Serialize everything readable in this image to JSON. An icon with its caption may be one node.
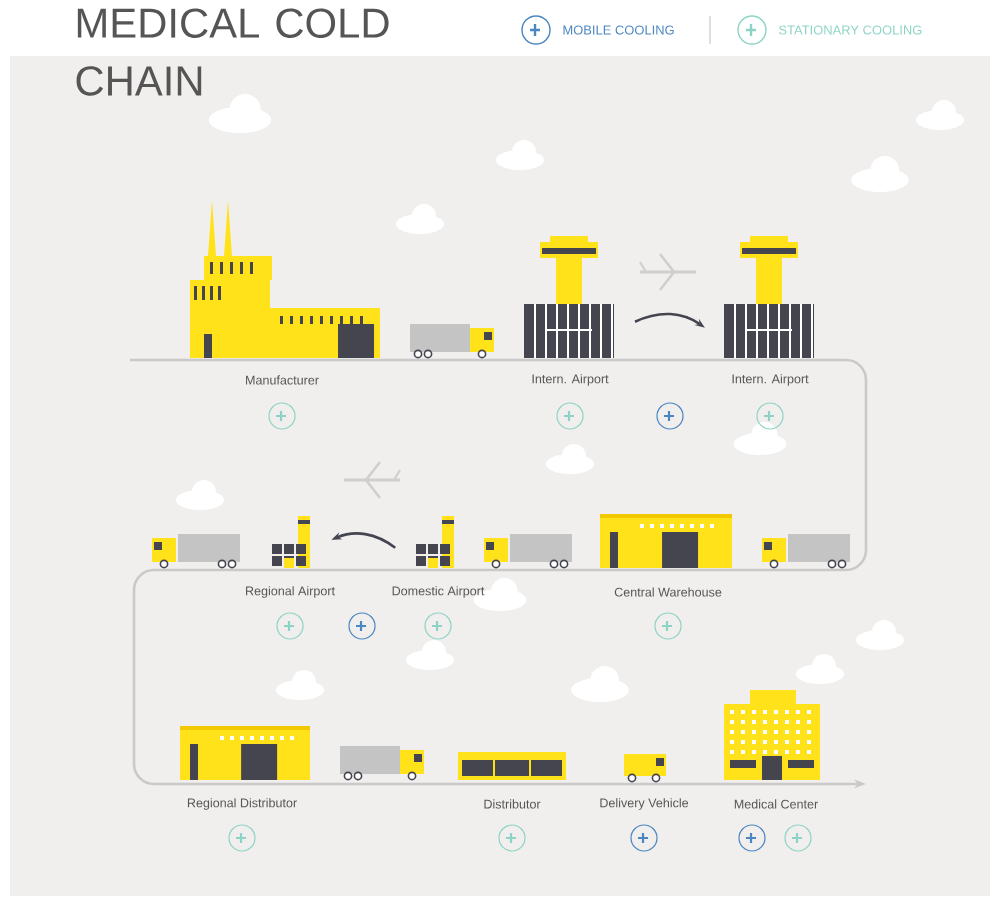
{
  "diagram": {
    "title": "MEDICAL COLD CHAIN",
    "nodes": [
      {
        "text": [
          "Manufacturer"
        ]
      },
      {
        "text": [
          "Intern. Airport"
        ]
      },
      {
        "text": [
          "Intern. Airport"
        ]
      },
      {
        "text": [
          "Regional Airport"
        ]
      },
      {
        "text": [
          "Domestic Airport"
        ]
      },
      {
        "text": [
          "Central Warehouse"
        ]
      },
      {
        "text": [
          "Regional Distributor"
        ]
      },
      {
        "text": [
          "Distributor"
        ]
      },
      {
        "text": [
          "Delivery Vehicle"
        ]
      },
      {
        "text": [
          "Medical Center"
        ]
      }
    ],
    "edges": [
      {
        "from": 1,
        "to": 2,
        "arrow": "to"
      },
      {
        "from": 4,
        "to": 3,
        "arrow": "to"
      }
    ],
    "legend": [
      {
        "text": "MOBILE COOLING"
      },
      {
        "text": "STATIONARY COOLING"
      }
    ]
  }
}
